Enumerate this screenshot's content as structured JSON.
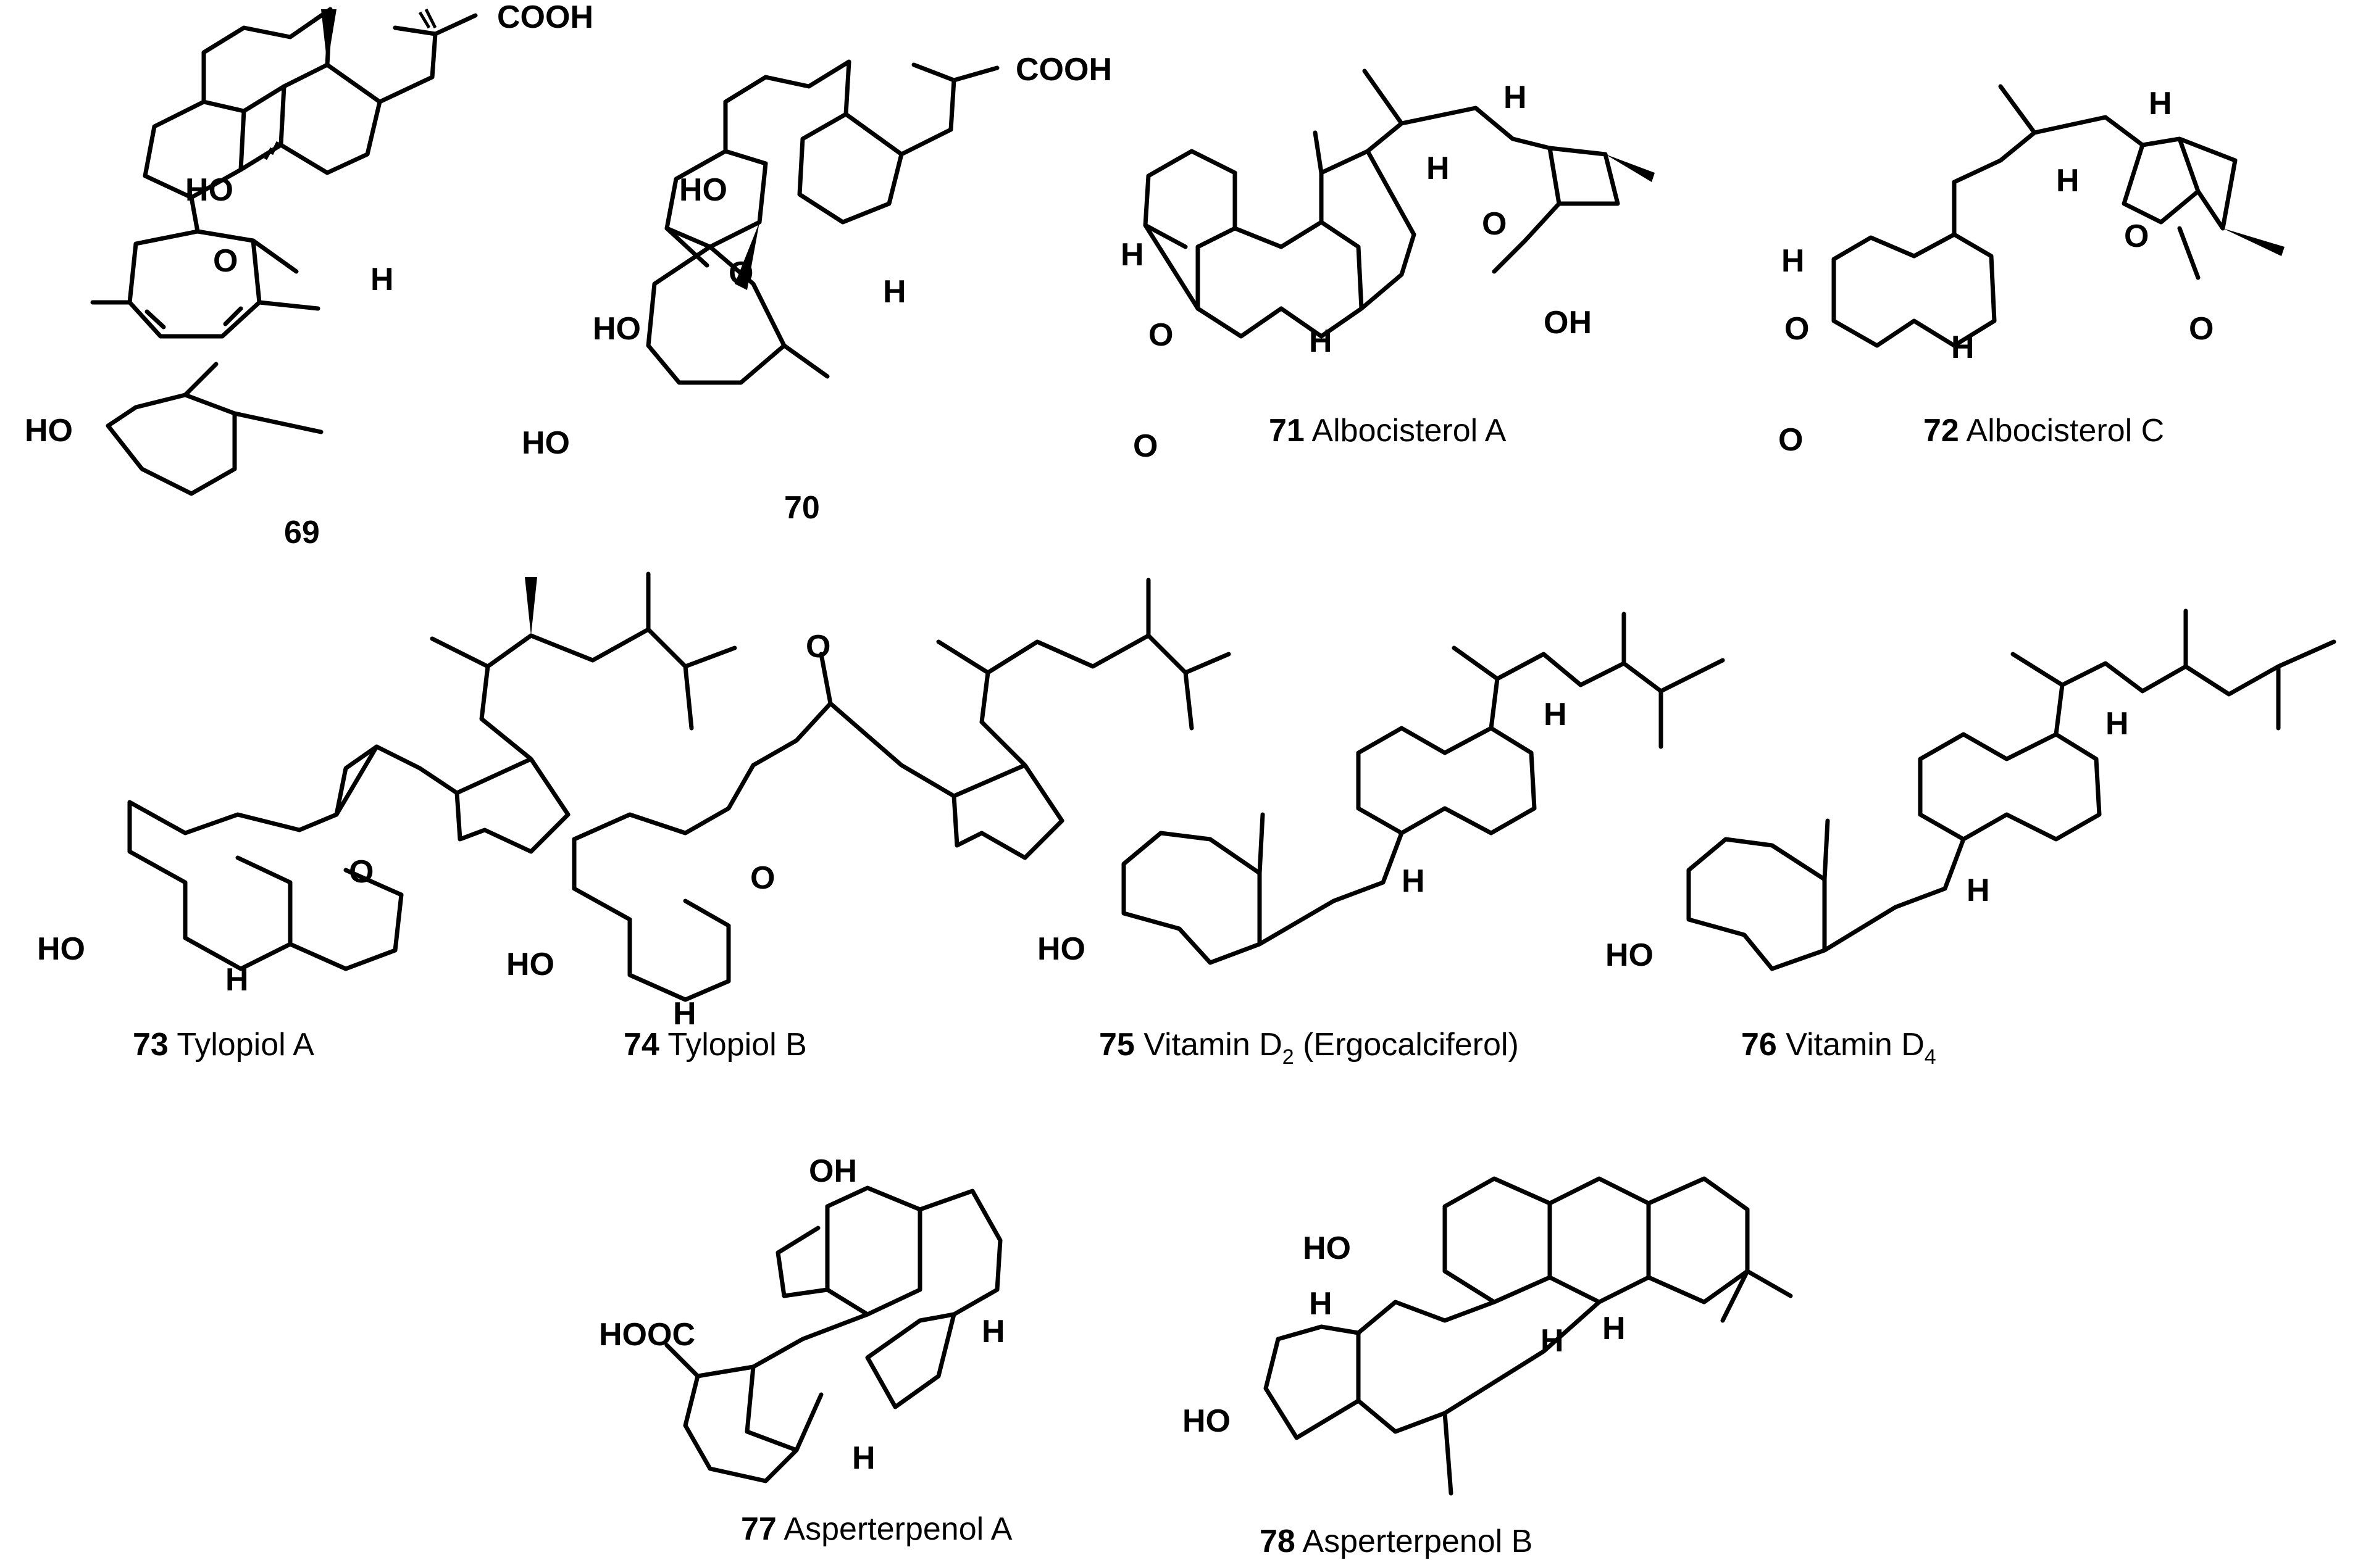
{
  "atoms": {
    "cooh": "COOH",
    "ho": "HO",
    "oh": "OH",
    "h": "H",
    "o": "O",
    "hooc": "HOOC"
  },
  "compounds": [
    {
      "number": "69",
      "name": ""
    },
    {
      "number": "70",
      "name": ""
    },
    {
      "number": "71",
      "name": "Albocisterol A"
    },
    {
      "number": "72",
      "name": "Albocisterol C"
    },
    {
      "number": "73",
      "name": "Tylopiol A"
    },
    {
      "number": "74",
      "name": "Tylopiol B"
    },
    {
      "number": "75",
      "name": "Vitamin D",
      "sub": "2",
      "suffix": "(Ergocalciferol)"
    },
    {
      "number": "76",
      "name": "Vitamin D",
      "sub": "4",
      "suffix": ""
    },
    {
      "number": "77",
      "name": "Asperterpenol A"
    },
    {
      "number": "78",
      "name": "Asperterpenol B"
    }
  ]
}
